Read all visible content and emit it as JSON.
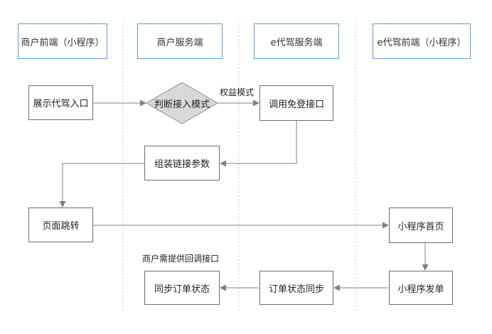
{
  "lanes": [
    {
      "label": "商户前端（小程序）"
    },
    {
      "label": "商户服务端"
    },
    {
      "label": "e代驾服务端"
    },
    {
      "label": "e代驾前端（小程序）"
    }
  ],
  "nodes": {
    "show_entry": "展示代驾入口",
    "judge_mode": "判断接入模式",
    "call_login": "调用免登接口",
    "assemble_params": "组装链接参数",
    "page_jump": "页面跳转",
    "mini_home": "小程序首页",
    "mini_order": "小程序发单",
    "order_sync": "订单状态同步",
    "sync_status": "同步订单状态"
  },
  "annotations": {
    "rights_mode": "权益模式",
    "callback_note": "商户需提供回调接口"
  },
  "colors": {
    "lane_border": "#5b9bd5",
    "node_border": "#6e6e6e",
    "diamond_fill": "#d9d9d9",
    "arrow": "#7f7f7f",
    "divider": "#d0d0d0"
  }
}
